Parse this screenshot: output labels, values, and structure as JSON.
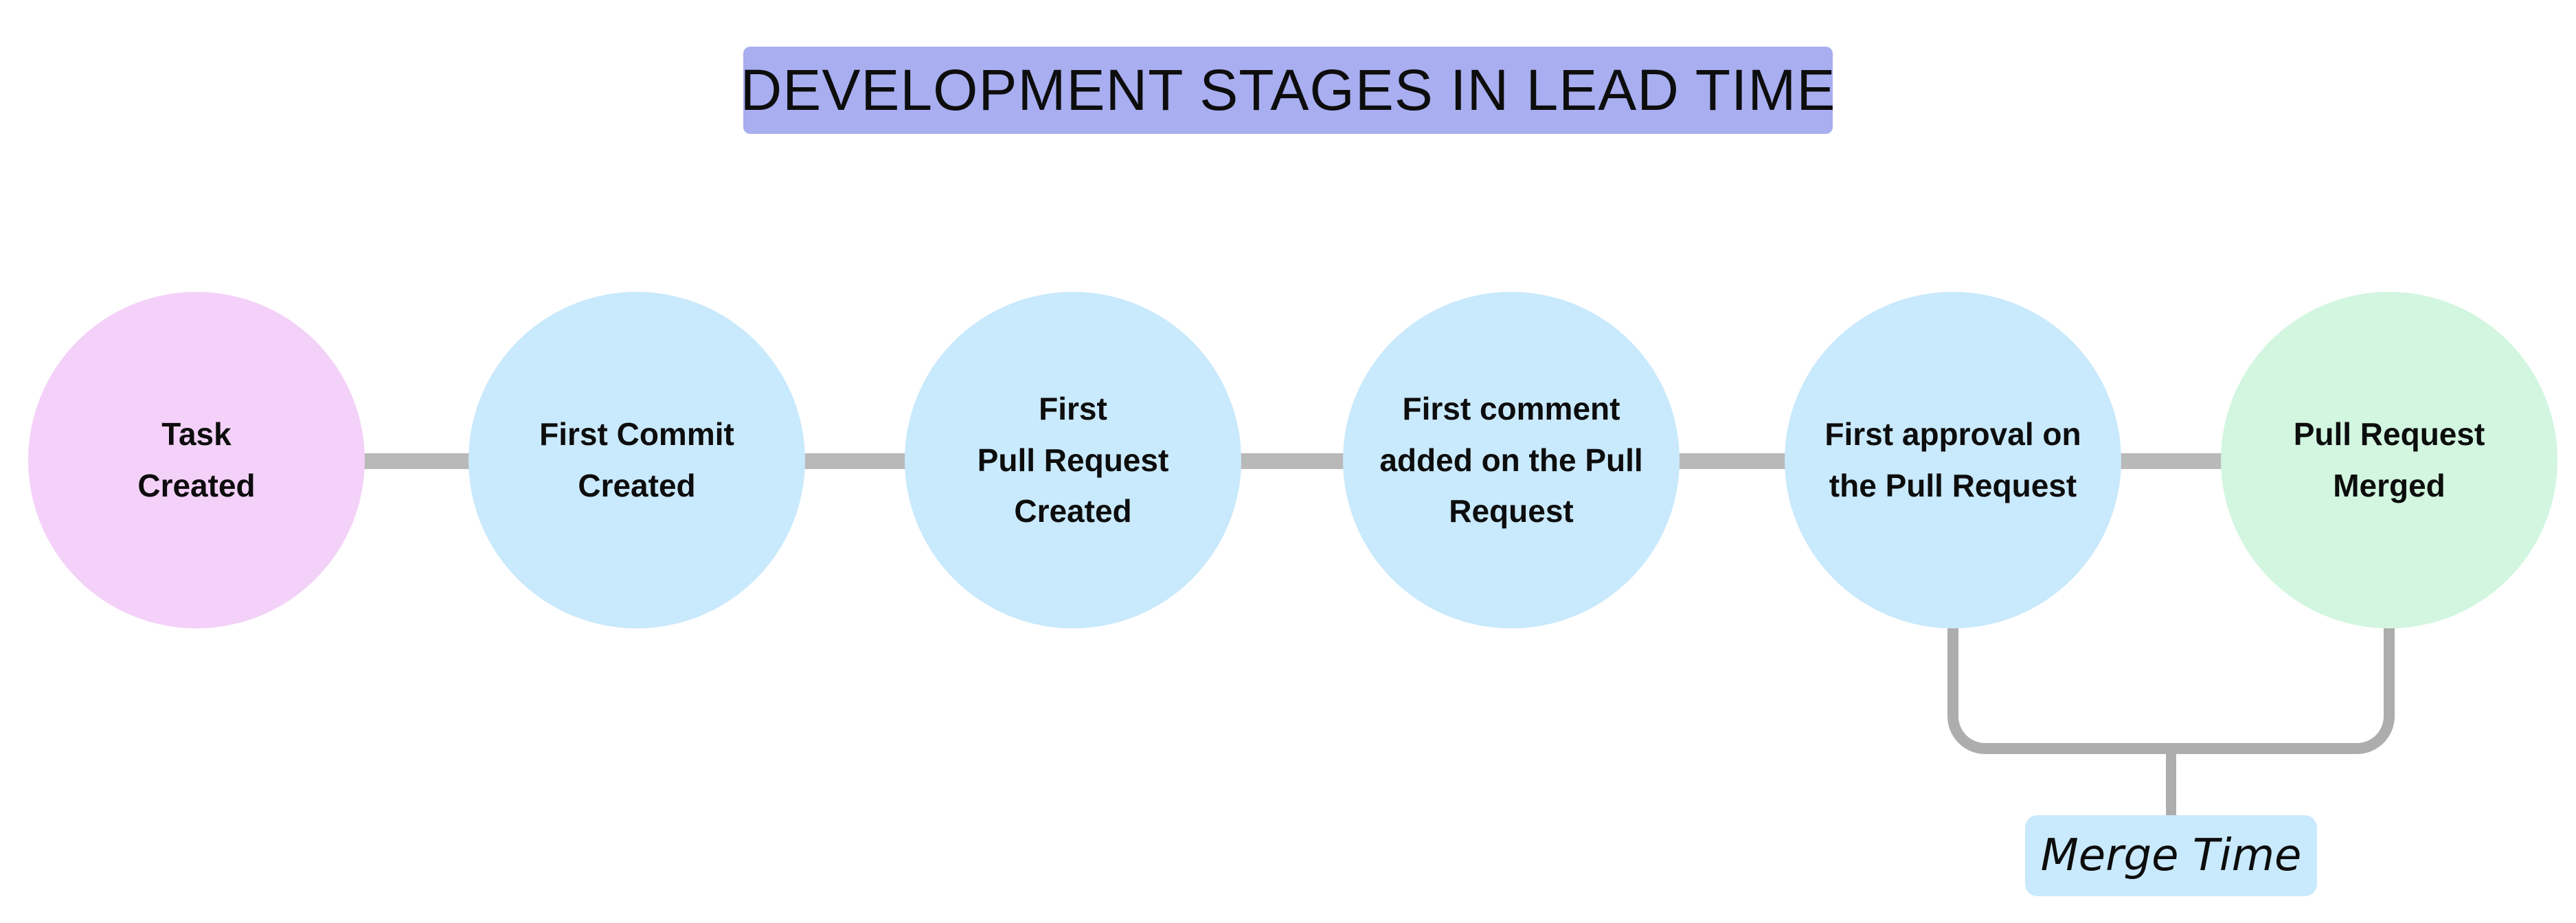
{
  "title": {
    "text": "DEVELOPMENT STAGES IN LEAD TIME",
    "bg": "#a8aef0"
  },
  "stages": [
    {
      "label": "Task\nCreated",
      "color": "#f4d1f9"
    },
    {
      "label": "First Commit\nCreated",
      "color": "#c9e9fc"
    },
    {
      "label": "First\nPull Request\nCreated",
      "color": "#c9e9fc"
    },
    {
      "label": "First comment\nadded on the Pull\nRequest",
      "color": "#c9e9fc"
    },
    {
      "label": "First approval on\nthe Pull Request",
      "color": "#c9e9fc"
    },
    {
      "label": "Pull Request\nMerged",
      "color": "#d2f6e0"
    }
  ],
  "annotation": {
    "label": "Merge Time",
    "bg": "#c9e9fc",
    "connects": [
      "First approval on the Pull Request",
      "Pull Request Merged"
    ]
  },
  "colors": {
    "connector": "#b9b9b9",
    "bracket": "#adadad",
    "background": "#ffffff",
    "text": "#0d0d0d"
  }
}
